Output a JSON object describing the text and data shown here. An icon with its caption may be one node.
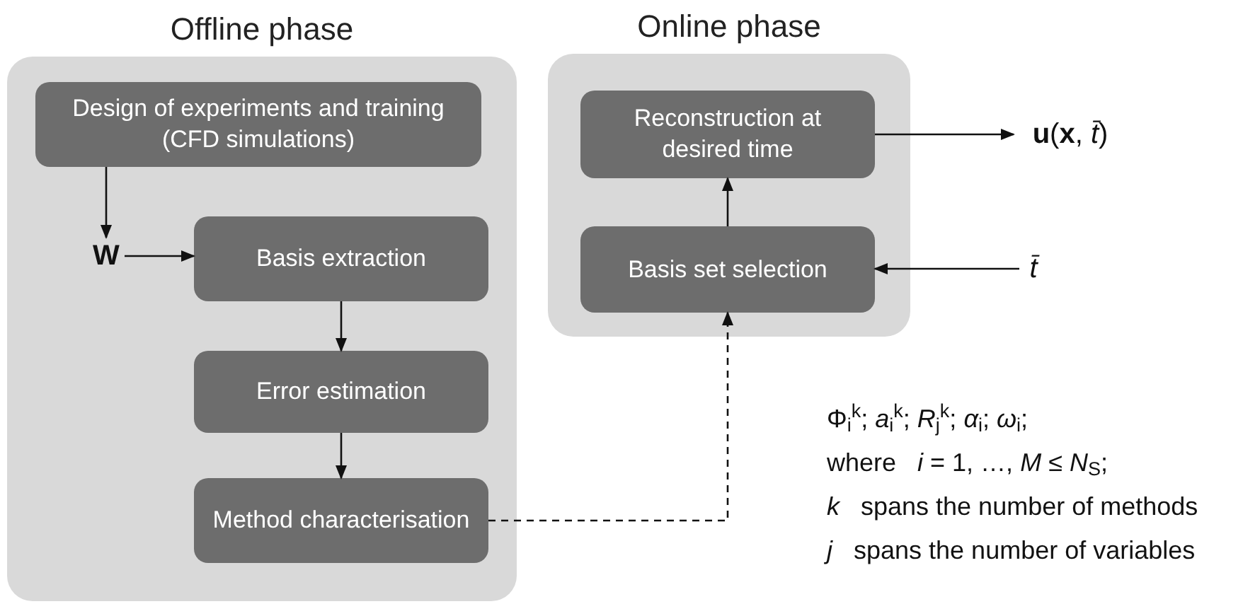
{
  "diagram": {
    "nodes": [
      {
        "text": [
          "Offline phase"
        ]
      },
      {
        "text": [
          "Design of experiments and training (CFD simulations)"
        ],
        "in": 0
      },
      {
        "text": [
          "**W**"
        ],
        "in": 0
      },
      {
        "text": [
          "Basis extraction"
        ],
        "in": 0
      },
      {
        "text": [
          "Error estimation"
        ],
        "in": 0
      },
      {
        "text": [
          "Method characterisation"
        ],
        "in": 0
      },
      {
        "text": [
          "Online phase"
        ]
      },
      {
        "text": [
          "Reconstruction at desired time"
        ],
        "in": 6
      },
      {
        "text": [
          "Basis set selection"
        ],
        "in": 6
      },
      {
        "text": [
          "**u**(**x**, *t̄*)"
        ]
      },
      {
        "text": [
          "*t̄*"
        ]
      }
    ],
    "edges": [
      {
        "from": 1,
        "to": 2,
        "arrow": "to"
      },
      {
        "from": 2,
        "to": 3,
        "arrow": "to"
      },
      {
        "from": 3,
        "to": 4,
        "arrow": "to"
      },
      {
        "from": 4,
        "to": 5,
        "arrow": "to"
      },
      {
        "from": 8,
        "to": 7,
        "arrow": "to"
      },
      {
        "from": 7,
        "to": 9,
        "arrow": "to"
      },
      {
        "from": 10,
        "to": 8,
        "arrow": "to"
      },
      {
        "from": 5,
        "to": 8,
        "arrow": "to",
        "style": "dashed"
      }
    ],
    "labels": [
      "Φ$_{i}$$^{k}$; *a*$_{i}$$^{k}$; *R*$_{j}$$^{k}$; *α*$_{i}$; *ω*$_{i}$;",
      "where   *i* = 1, …, *M* ≤ *N*$_{S}$;",
      "*k*   spans the number of methods",
      "*j*   spans the number of variables"
    ]
  }
}
